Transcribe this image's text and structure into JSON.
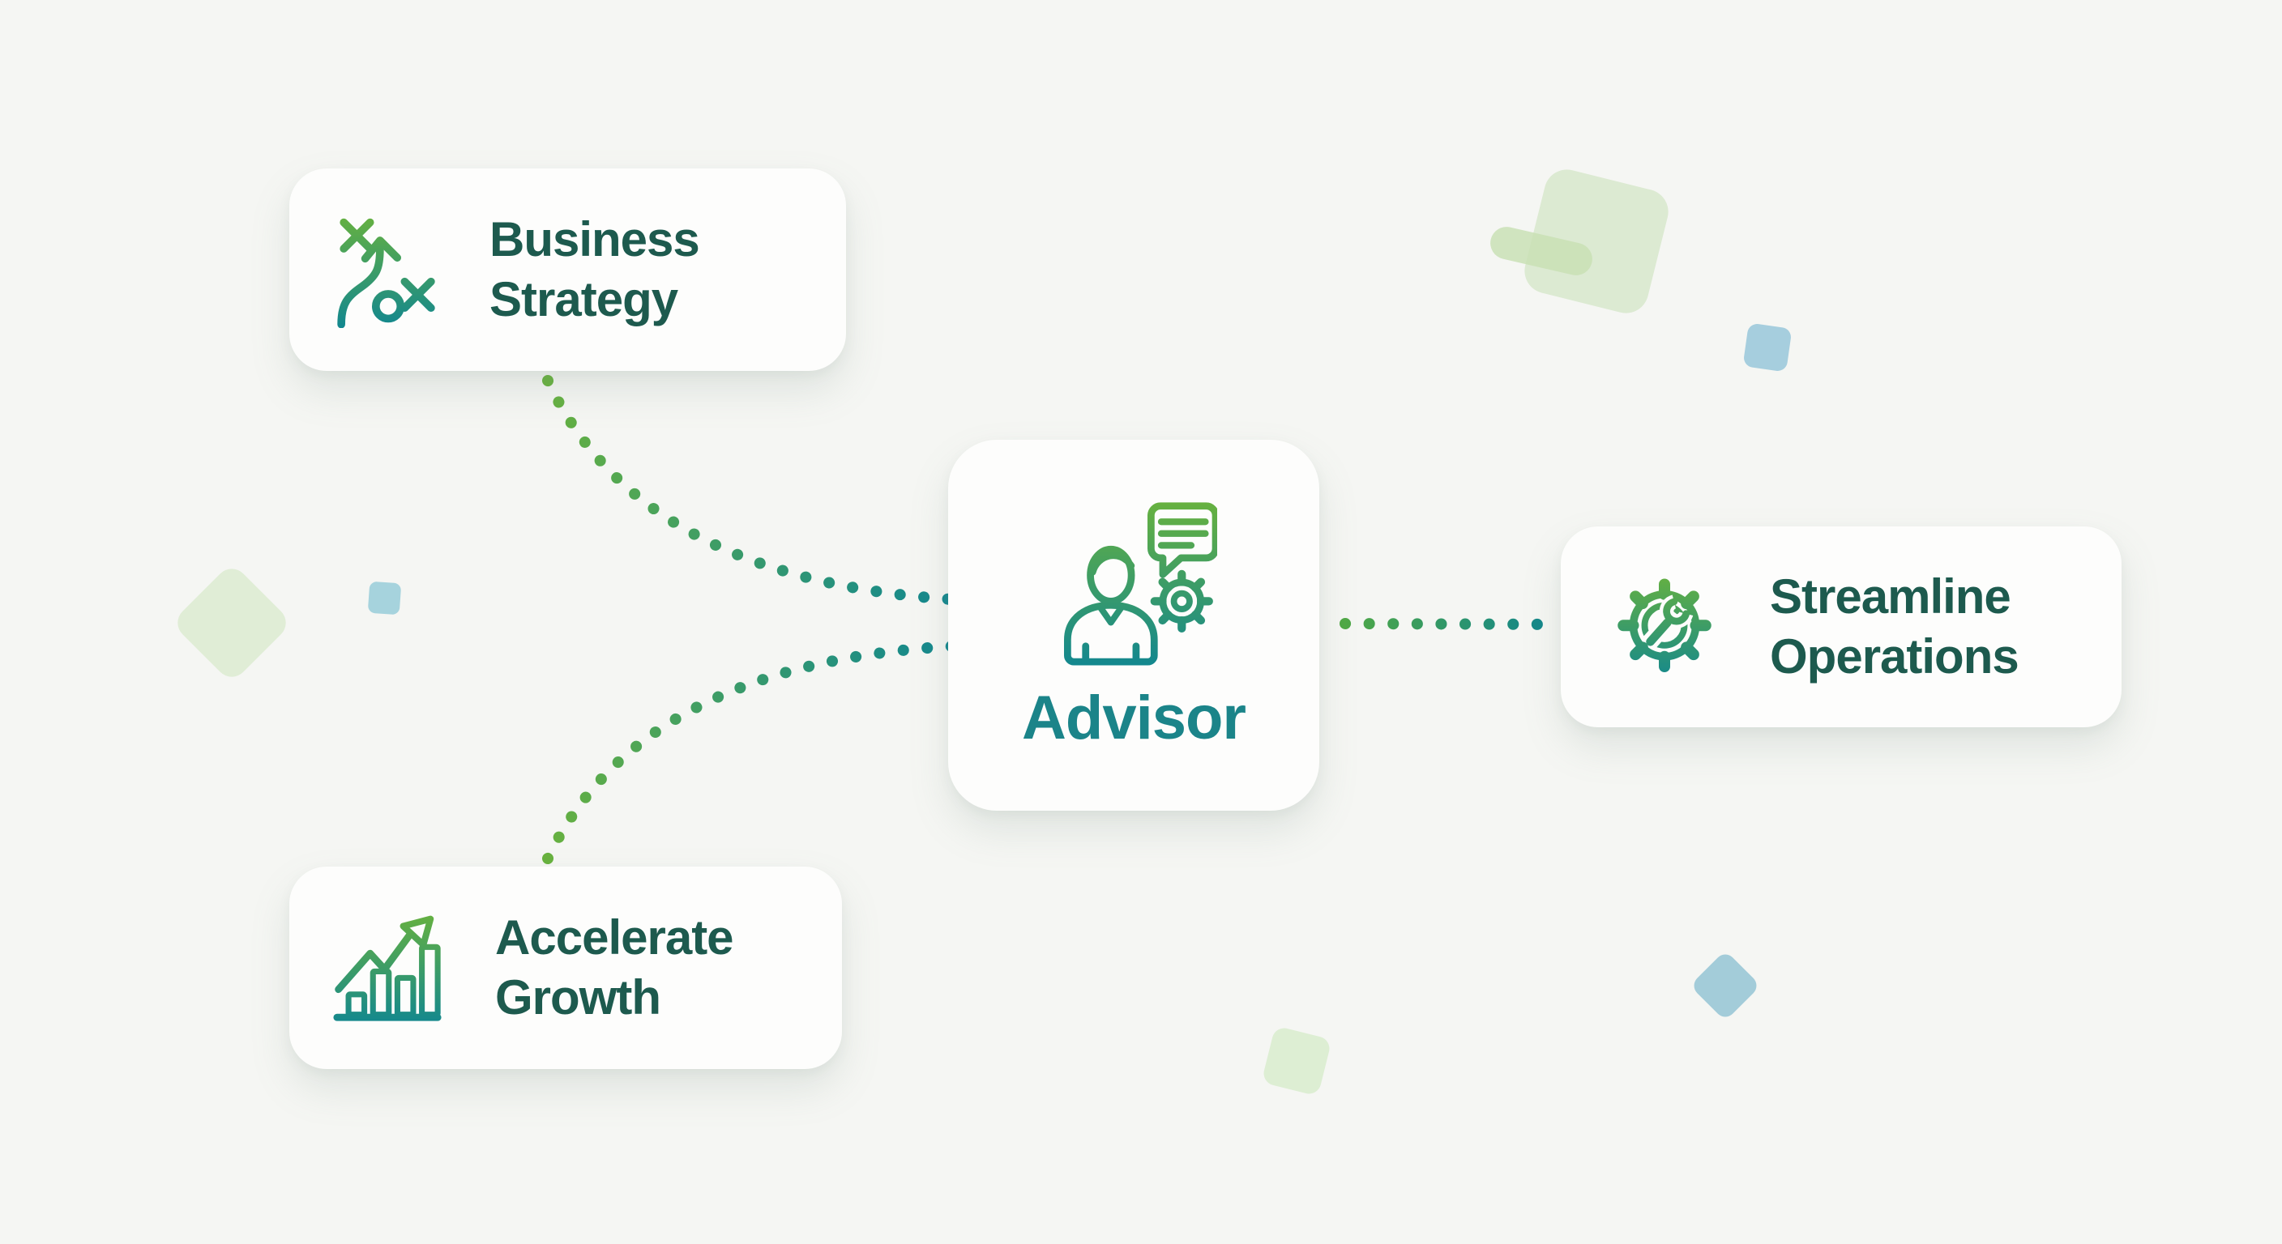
{
  "diagram": {
    "title_hint": "Advisor hub connecting business services",
    "center": {
      "id": "advisor",
      "title": "Advisor",
      "icon": "person-chat-gear-icon"
    },
    "nodes": [
      {
        "id": "business-strategy",
        "line1": "Business",
        "line2": "Strategy",
        "icon": "strategy-play-icon",
        "position": "top-left"
      },
      {
        "id": "streamline-operations",
        "line1": "Streamline",
        "line2": "Operations",
        "icon": "gear-wrench-icon",
        "position": "right"
      },
      {
        "id": "accelerate-growth",
        "line1": "Accelerate",
        "line2": "Growth",
        "icon": "growth-chart-arrow-icon",
        "position": "bottom-left"
      }
    ],
    "connectors": [
      {
        "from": "business-strategy",
        "to": "advisor",
        "style": "dotted",
        "gradient": [
          "#5fae3e",
          "#0f828d"
        ]
      },
      {
        "from": "accelerate-growth",
        "to": "advisor",
        "style": "dotted",
        "gradient": [
          "#5fae3e",
          "#0f828d"
        ]
      },
      {
        "from": "advisor",
        "to": "streamline-operations",
        "style": "dotted",
        "gradient": [
          "#4fa845",
          "#0e8490"
        ]
      }
    ]
  },
  "colors": {
    "bg": "#f5f6f3",
    "card_bg": "#fdfdfc",
    "title_text": "#1d5a4e",
    "advisor_text": "#1b8489",
    "icon_green": "#68b23e",
    "icon_teal": "#12878f",
    "deco_green_light": "#dcead2",
    "deco_green_mid": "#c9e0b5",
    "deco_blue": "#a6cede"
  }
}
